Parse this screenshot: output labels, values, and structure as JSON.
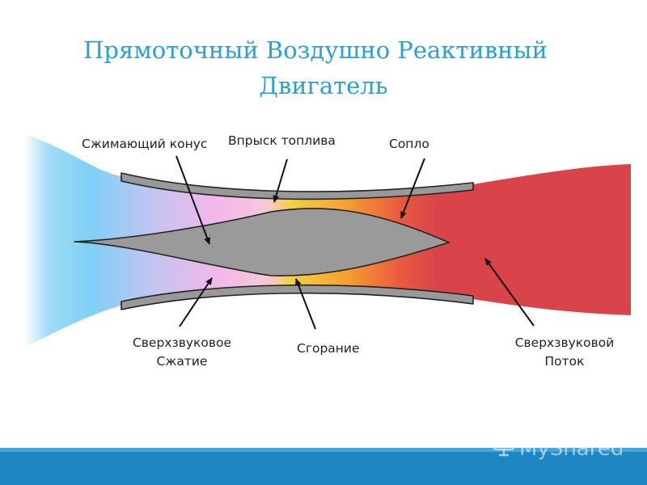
{
  "title": {
    "line1": "Прямоточный Воздушно Реактивный",
    "line2": "Двигатель"
  },
  "labels": {
    "compression_cone": "Сжимающий конус",
    "fuel_injection": "Впрыск топлива",
    "nozzle": "Сопло",
    "supersonic_compression_line1": "Сверхзвуковое",
    "supersonic_compression_line2": "Сжатие",
    "combustion": "Сгорание",
    "supersonic_flow_line1": "Сверхзвуковой",
    "supersonic_flow_line2": "Поток"
  },
  "watermark": "MyShared",
  "colors": {
    "title": "#2a9fd6",
    "inlet_flow": "#7fd0f5",
    "compression_zone": "#f2b8ea",
    "combustion_zone": "#f5c030",
    "exhaust_flow": "#d9444a",
    "body_gray": "#9a9a9a",
    "bottom_bar": "#1e86c3"
  }
}
